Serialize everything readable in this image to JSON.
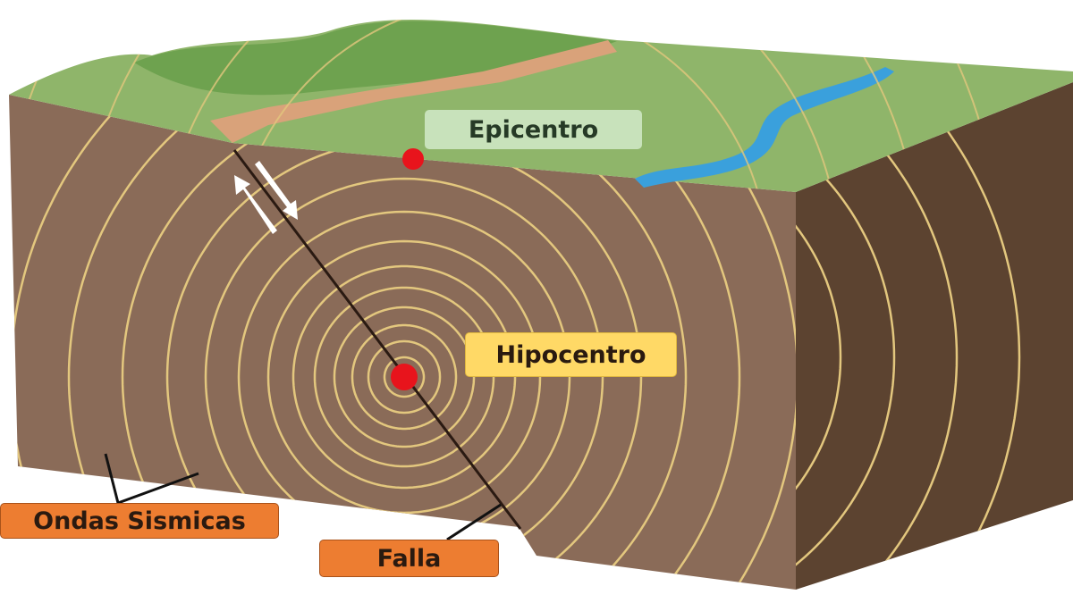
{
  "labels": {
    "epicenter": "Epicentro",
    "hypocenter": "Hipocentro",
    "seismic_waves": "Ondas Sismicas",
    "fault": "Falla"
  },
  "colors": {
    "ground_front": "#8a6b58",
    "ground_side": "#5c4330",
    "surface": "#8fb56a",
    "waves": "#e3c77e",
    "river": "#3aa0dc",
    "dot": "#e8141c",
    "label_orange": "#ed7d31",
    "label_yellow": "#ffd966",
    "label_green": "#c8e2bb"
  }
}
